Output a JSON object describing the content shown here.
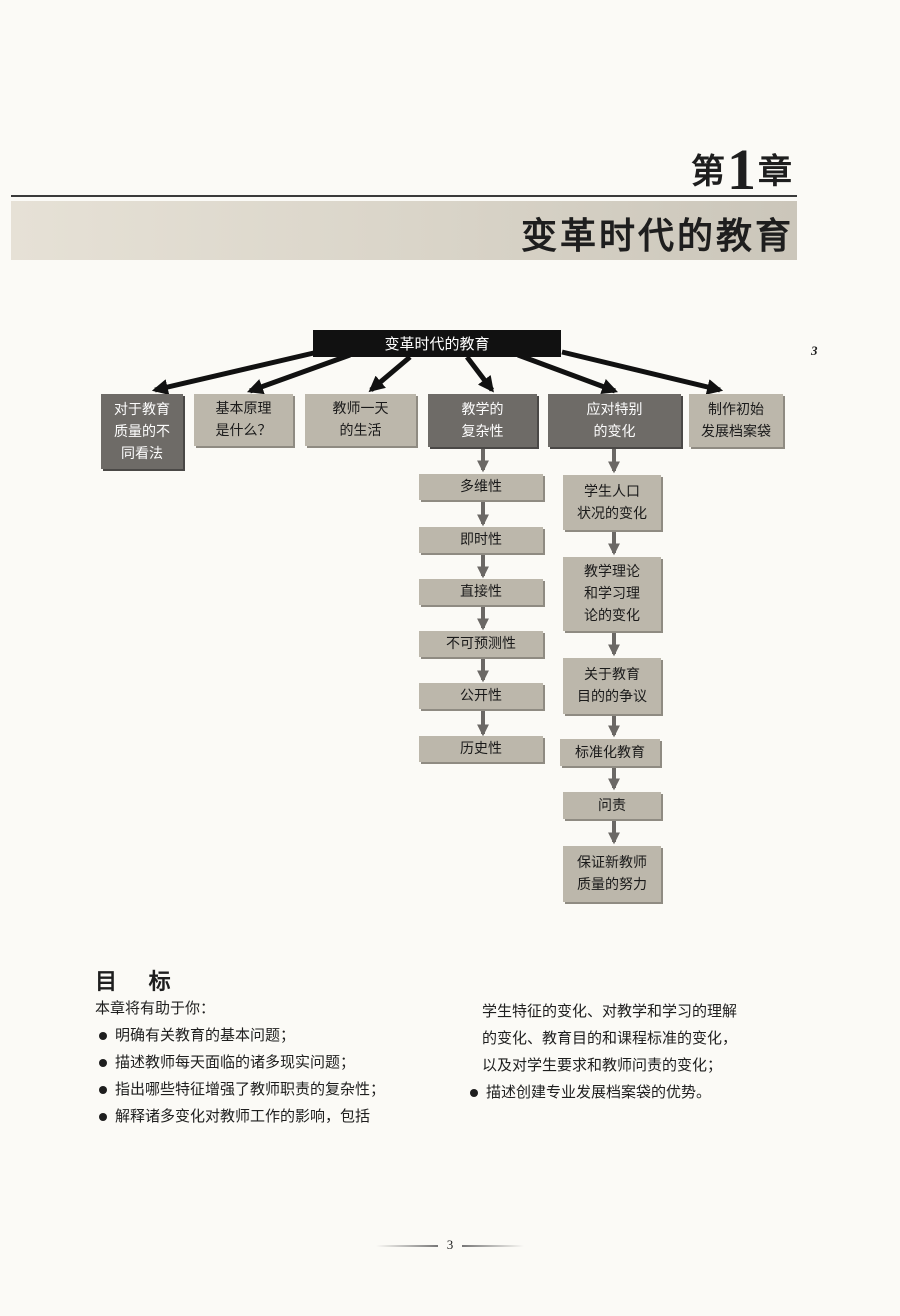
{
  "chapter": {
    "prefix": "第",
    "number": "1",
    "suffix": "章"
  },
  "title": "变革时代的教育",
  "margin_page": "3",
  "diagram": {
    "root": "变革时代的教育",
    "branches": [
      "对于教育\n质量的不\n同看法",
      "基本原理\n是什么？",
      "教师一天\n的生活",
      "教学的\n复杂性",
      "应对特别\n的变化",
      "制作初始\n发展档案袋"
    ],
    "complexity_items": [
      "多维性",
      "即时性",
      "直接性",
      "不可预测性",
      "公开性",
      "历史性"
    ],
    "change_items": [
      "学生人口\n状况的变化",
      "教学理论\n和学习理\n论的变化",
      "关于教育\n目的的争议",
      "标准化教育",
      "问责",
      "保证新教师\n质量的努力"
    ]
  },
  "objectives": {
    "heading": "目  标",
    "intro": "本章将有助于你：",
    "items": [
      "明确有关教育的基本问题；",
      "描述教师每天面临的诸多现实问题；",
      "指出哪些特征增强了教师职责的复杂性；",
      "解释诸多变化对教师工作的影响，包括"
    ],
    "continuation": [
      "学生特征的变化、对教学和学习的理解",
      "的变化、教育目的和课程标准的变化，",
      "以及对学生要求和教师问责的变化；"
    ],
    "last_item": "描述创建专业发展档案袋的优势。"
  },
  "page_number": "3"
}
